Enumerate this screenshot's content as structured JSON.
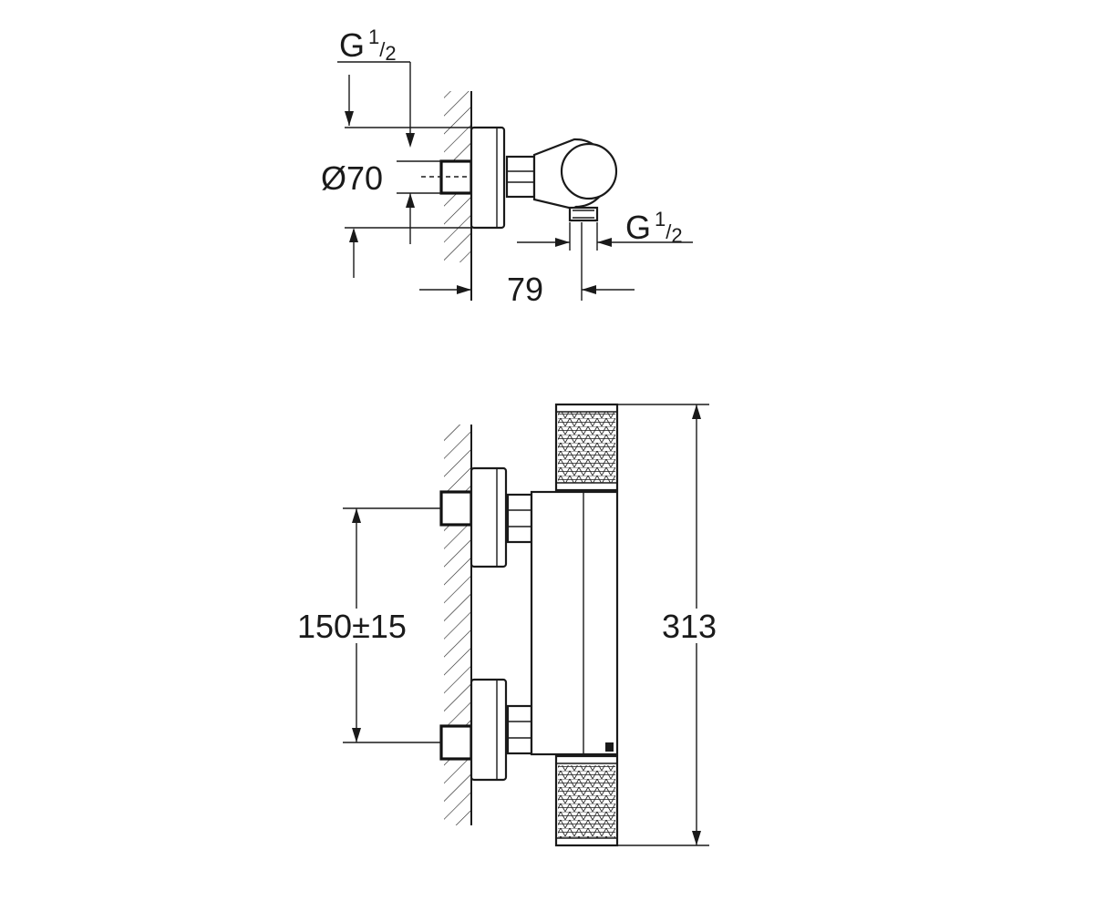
{
  "diagram": {
    "thread_left": {
      "base": "G",
      "num": "1",
      "slash": "/",
      "den": "2"
    },
    "thread_right": {
      "base": "G",
      "num": "1",
      "slash": "/",
      "den": "2"
    },
    "diameter": "Ø70",
    "depth": "79",
    "spacing": "150±15",
    "height": "313",
    "colors": {
      "line": "#1a1a1a",
      "background": "#ffffff"
    }
  }
}
